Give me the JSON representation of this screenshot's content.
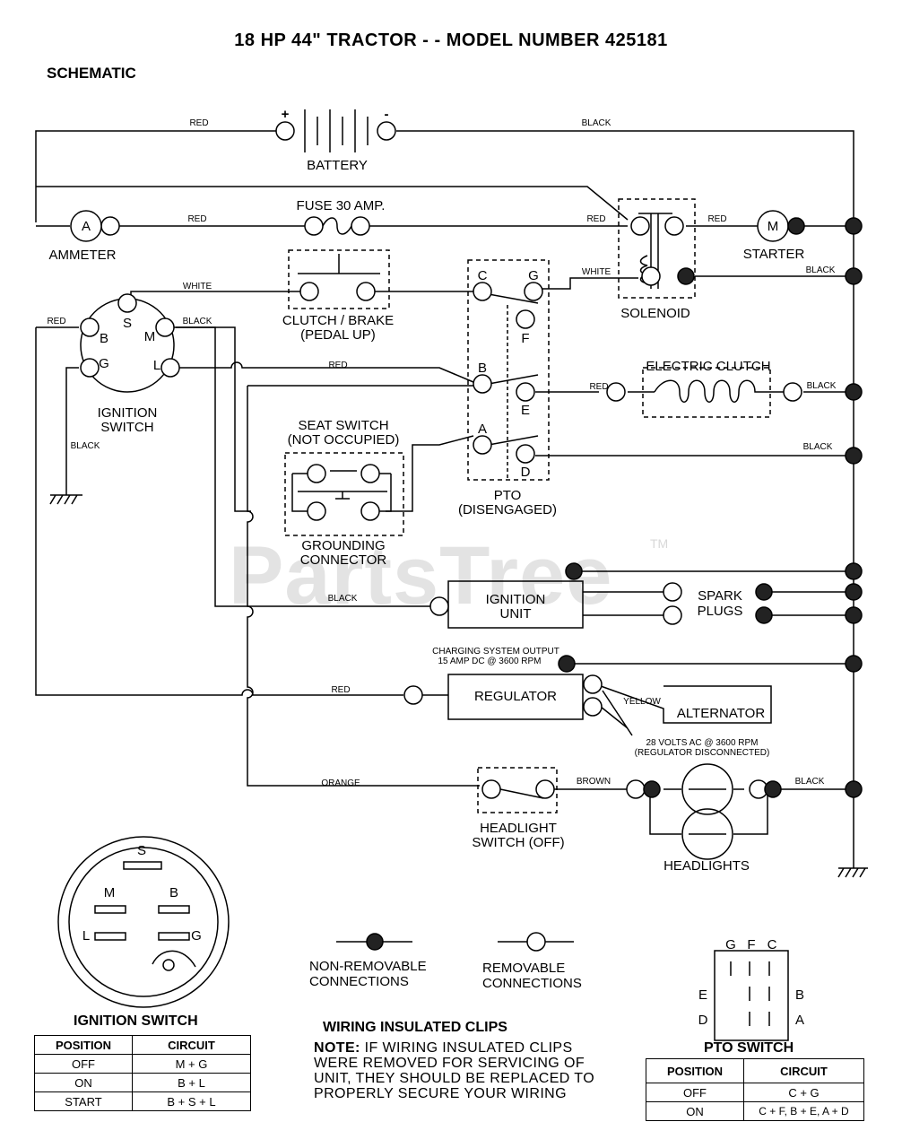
{
  "title": "18 HP 44\" TRACTOR - - MODEL NUMBER 425181",
  "subtitle": "SCHEMATIC",
  "watermark": "PartsTree",
  "watermark_tm": "TM",
  "components": {
    "battery": "BATTERY",
    "battery_plus": "+",
    "battery_minus": "-",
    "fuse": "FUSE 30 AMP.",
    "ammeter": "AMMETER",
    "ammeter_symbol": "A",
    "starter": "STARTER",
    "starter_symbol": "M",
    "solenoid": "SOLENOID",
    "clutch_brake_1": "CLUTCH / BRAKE",
    "clutch_brake_2": "(PEDAL UP)",
    "ignition_switch_1": "IGNITION",
    "ignition_switch_2": "SWITCH",
    "electric_clutch": "ELECTRIC CLUTCH",
    "seat_switch_1": "SEAT SWITCH",
    "seat_switch_2": "(NOT OCCUPIED)",
    "pto_1": "PTO",
    "pto_2": "(DISENGAGED)",
    "grounding_connector_1": "GROUNDING",
    "grounding_connector_2": "CONNECTOR",
    "ignition_unit_1": "IGNITION",
    "ignition_unit_2": "UNIT",
    "spark_plugs_1": "SPARK",
    "spark_plugs_2": "PLUGS",
    "regulator": "REGULATOR",
    "alternator": "ALTERNATOR",
    "charging_output_1": "CHARGING SYSTEM OUTPUT",
    "charging_output_2": "15 AMP DC @ 3600 RPM",
    "alt_volts_1": "28 VOLTS AC @ 3600 RPM",
    "alt_volts_2": "(REGULATOR DISCONNECTED)",
    "headlight_switch_1": "HEADLIGHT",
    "headlight_switch_2": "SWITCH (OFF)",
    "headlights": "HEADLIGHTS"
  },
  "ign_terminals": {
    "s": "S",
    "b": "B",
    "m": "M",
    "g": "G",
    "l": "L"
  },
  "pto_terminals": {
    "c": "C",
    "g": "G",
    "f": "F",
    "b": "B",
    "e": "E",
    "a": "A",
    "d": "D"
  },
  "wires": {
    "red_battery": "RED",
    "black_battery": "BLACK",
    "red_ammeter": "RED",
    "red_fuse": "RED",
    "red_starter": "RED",
    "white_clutch": "WHITE",
    "white_solenoid": "WHITE",
    "black_solenoid": "BLACK",
    "red_ign": "RED",
    "black_ign": "BLACK",
    "red_b": "RED",
    "red_eclutch": "RED",
    "black_eclutch": "BLACK",
    "black_ground": "BLACK",
    "black_d": "BLACK",
    "black_ignunit": "BLACK",
    "red_reg": "RED",
    "yellow_alt": "YELLOW",
    "orange": "ORANGE",
    "brown": "BROWN",
    "black_head": "BLACK"
  },
  "legend": {
    "nonremovable_1": "NON-REMOVABLE",
    "nonremovable_2": "CONNECTIONS",
    "removable_1": "REMOVABLE",
    "removable_2": "CONNECTIONS"
  },
  "ign_face": {
    "s": "S",
    "m": "M",
    "b": "B",
    "l": "L",
    "g": "G"
  },
  "pto_face": {
    "g": "G",
    "f": "F",
    "c": "C",
    "e": "E",
    "b": "B",
    "d": "D",
    "a": "A"
  },
  "ignition_table": {
    "title": "IGNITION SWITCH",
    "headers": [
      "POSITION",
      "CIRCUIT"
    ],
    "rows": [
      [
        "OFF",
        "M + G"
      ],
      [
        "ON",
        "B + L"
      ],
      [
        "START",
        "B + S + L"
      ]
    ]
  },
  "pto_table": {
    "title": "PTO SWITCH",
    "headers": [
      "POSITION",
      "CIRCUIT"
    ],
    "rows": [
      [
        "OFF",
        "C + G"
      ],
      [
        "ON",
        "C + F, B + E, A + D"
      ]
    ]
  },
  "clips": {
    "title": "WIRING INSULATED CLIPS",
    "note_label": "NOTE:",
    "note_text": " IF WIRING INSULATED CLIPS WERE REMOVED FOR SERVICING OF UNIT, THEY SHOULD BE REPLACED TO PROPERLY SECURE YOUR WIRING"
  }
}
